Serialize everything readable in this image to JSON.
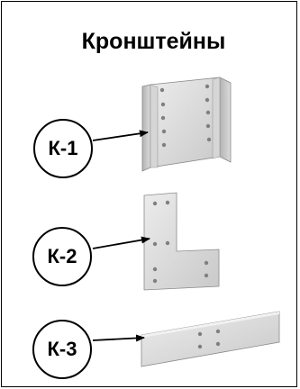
{
  "title": "Кронштейны",
  "items": [
    {
      "label": "К-1"
    },
    {
      "label": "К-2"
    },
    {
      "label": "К-3"
    }
  ],
  "colors": {
    "metal_light": "#e3e3e3",
    "metal_mid": "#cfcfcf",
    "metal_dark": "#a9a9a9",
    "hole": "#7f7f7f",
    "outline": "#000000"
  }
}
